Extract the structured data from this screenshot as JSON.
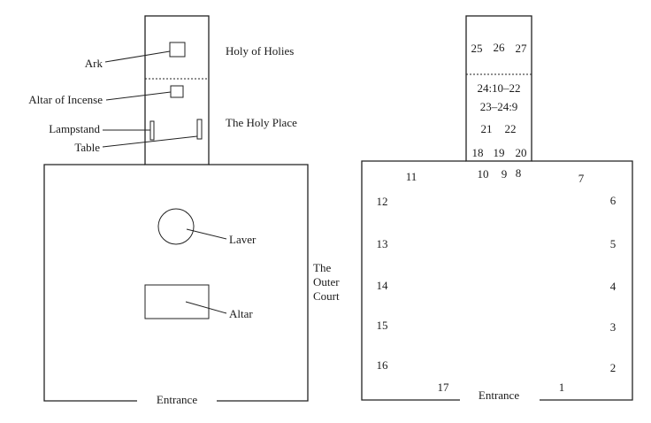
{
  "left_diagram": {
    "labels": {
      "holy_of_holies": "Holy of Holies",
      "holy_place": "The Holy Place",
      "outer_court_1": "The",
      "outer_court_2": "Outer",
      "outer_court_3": "Court",
      "entrance": "Entrance"
    },
    "furniture": {
      "ark": "Ark",
      "altar_of_incense": "Altar of Incense",
      "lampstand": "Lampstand",
      "table": "Table",
      "laver": "Laver",
      "altar": "Altar"
    }
  },
  "right_diagram": {
    "tabernacle_rows": {
      "row1": [
        "25",
        "26",
        "27"
      ],
      "row2": "24:10–22",
      "row3": "23–24:9",
      "row4": [
        "21",
        "22"
      ],
      "row5": [
        "18",
        "19",
        "20"
      ]
    },
    "court_numbers": {
      "n1": "1",
      "n2": "2",
      "n3": "3",
      "n4": "4",
      "n5": "5",
      "n6": "6",
      "n7": "7",
      "n8": "8",
      "n9": "9",
      "n10": "10",
      "n11": "11",
      "n12": "12",
      "n13": "13",
      "n14": "14",
      "n15": "15",
      "n16": "16",
      "n17": "17"
    },
    "entrance": "Entrance"
  }
}
